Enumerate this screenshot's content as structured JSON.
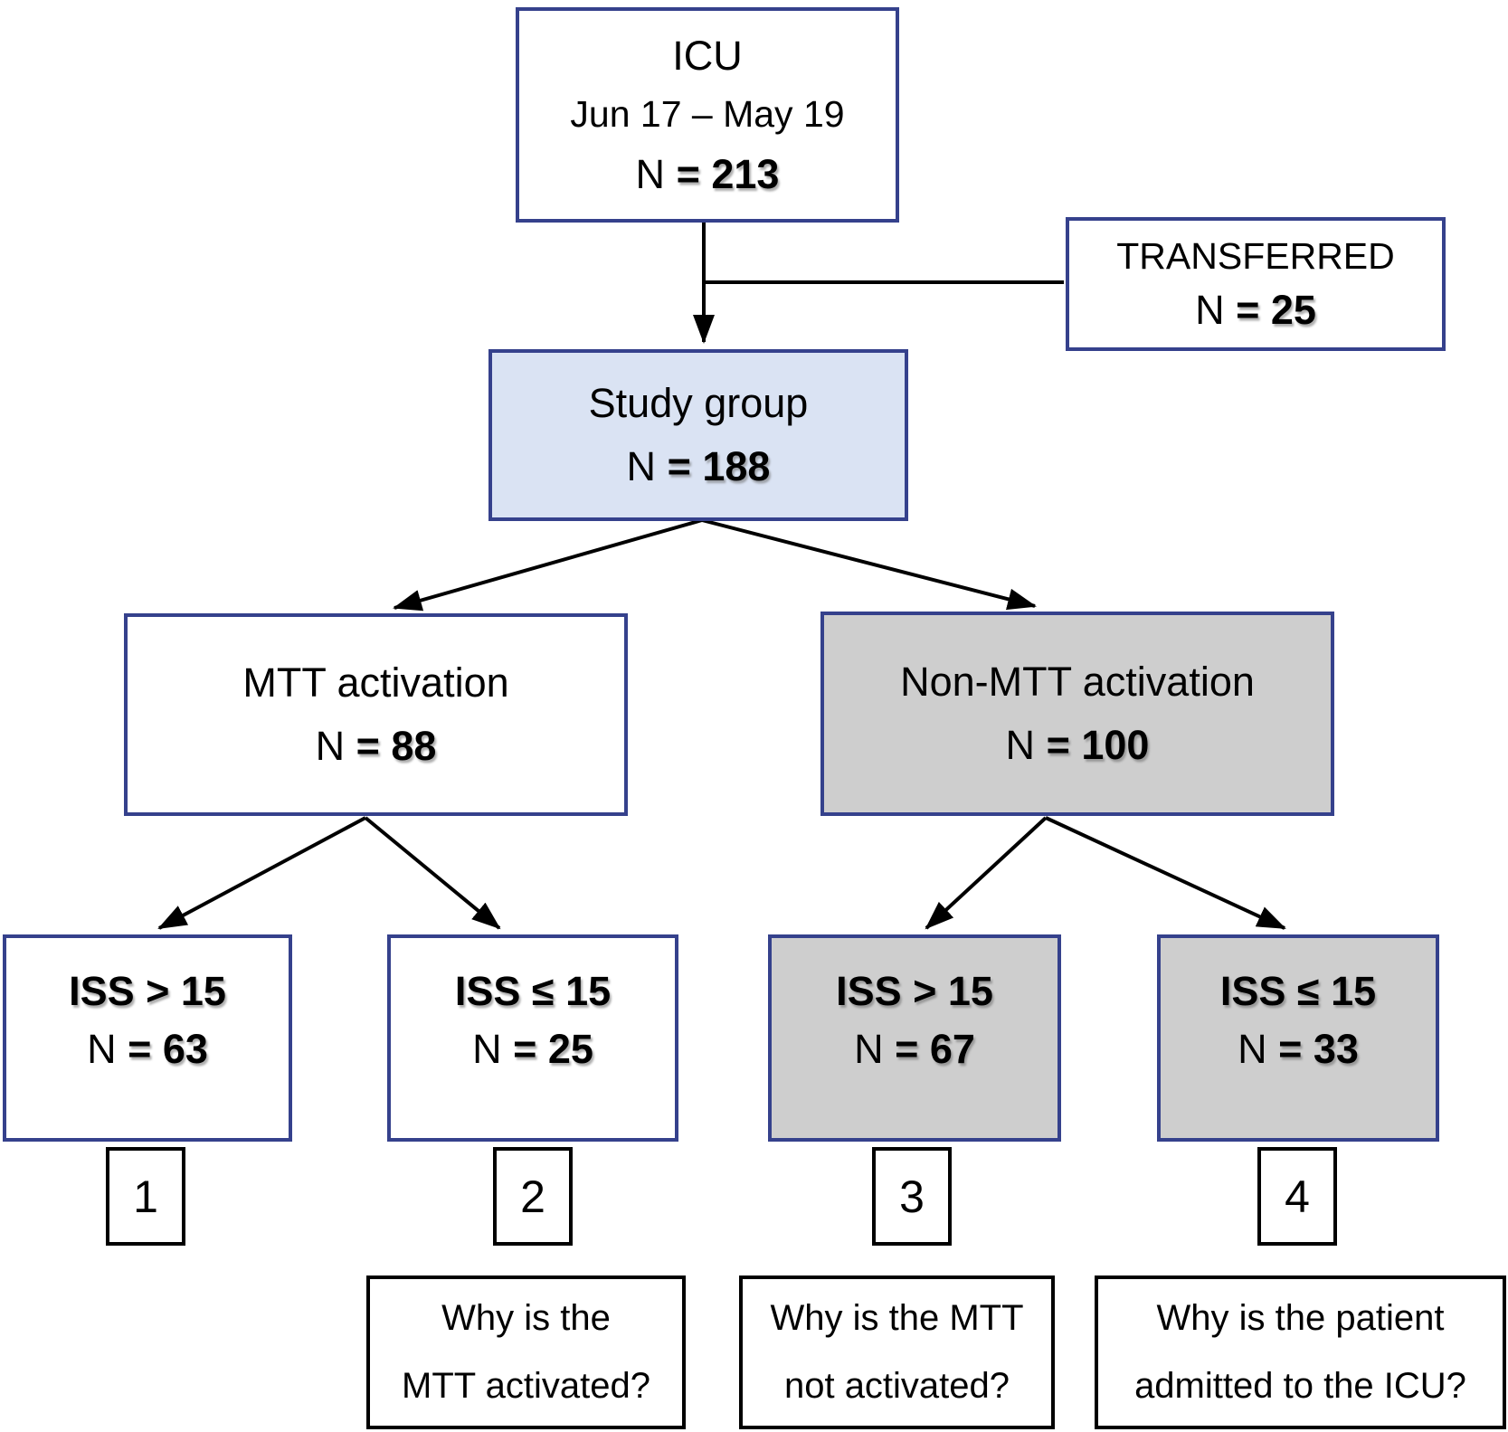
{
  "diagram": {
    "type": "patient-flowchart",
    "colors": {
      "box_border_navy": "#35418c",
      "study_group_fill": "#dae3f3",
      "non_mtt_fill": "#cecece",
      "plain_border_black": "#000000",
      "connector_line": "#000000"
    }
  },
  "nodes": {
    "icu": {
      "title": "ICU",
      "subtitle": "Jun 17 – May 19",
      "n_prefix": "N",
      "n_value": "= 213"
    },
    "transferred": {
      "title": "TRANSFERRED",
      "n_prefix": "N",
      "n_value": "= 25"
    },
    "study": {
      "title": "Study group",
      "n_prefix": "N",
      "n_value": "= 188"
    },
    "mtt": {
      "title": "MTT activation",
      "n_prefix": "N",
      "n_value": "= 88"
    },
    "nonmtt": {
      "title": "Non-MTT activation",
      "n_prefix": "N",
      "n_value": "= 100"
    },
    "iss1": {
      "title": "ISS > 15",
      "n_prefix": "N",
      "n_value": "= 63"
    },
    "iss2": {
      "title": "ISS ≤ 15",
      "n_prefix": "N",
      "n_value": "= 25"
    },
    "iss3": {
      "title": "ISS > 15",
      "n_prefix": "N",
      "n_value": "= 67"
    },
    "iss4": {
      "title": "ISS ≤ 15",
      "n_prefix": "N",
      "n_value": "= 33"
    }
  },
  "numbers": {
    "n1": "1",
    "n2": "2",
    "n3": "3",
    "n4": "4"
  },
  "questions": {
    "q1": {
      "line1": "Why is the",
      "line2": "MTT activated?"
    },
    "q2": {
      "line1": "Why is the MTT",
      "line2": "not activated?"
    },
    "q3": {
      "line1": "Why is the patient",
      "line2": "admitted to the ICU?"
    }
  }
}
